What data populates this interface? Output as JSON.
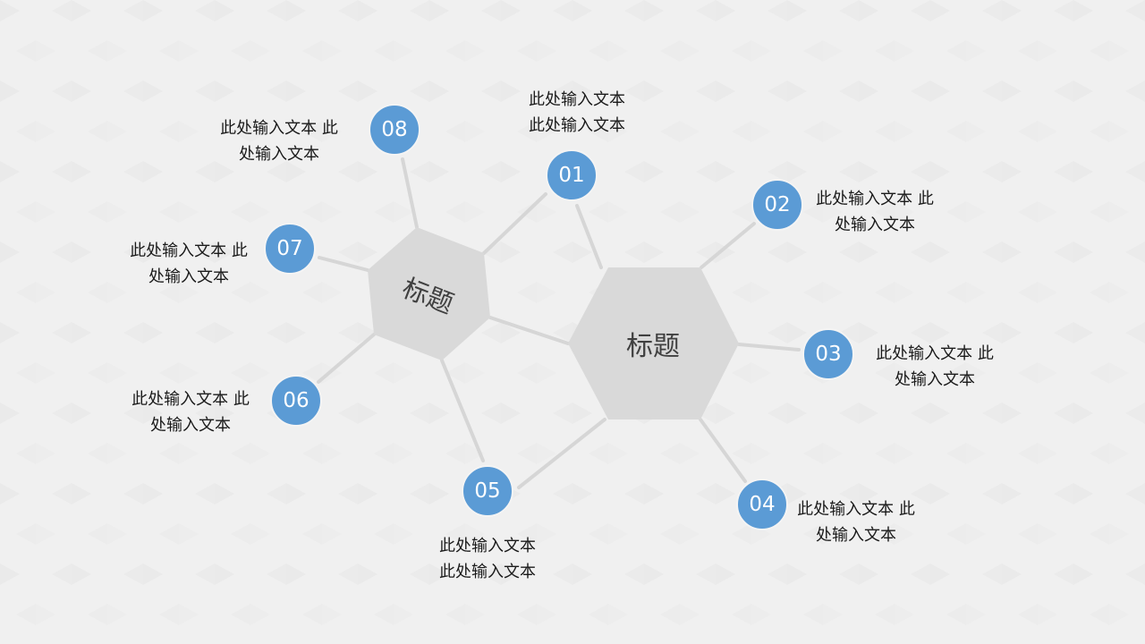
{
  "colors": {
    "background": "#f0f0f0",
    "hexagon_fill": "#d9d9d9",
    "connector": "#d6d6d6",
    "node_fill": "#5b9bd5",
    "node_text": "#ffffff",
    "label_text": "#1a1a1a",
    "title_text": "#404040"
  },
  "center_nodes": [
    {
      "id": "main",
      "title": "标题",
      "shape": "hexagon"
    },
    {
      "id": "secondary",
      "title": "标题",
      "shape": "hexagon",
      "rotated": true
    }
  ],
  "nodes": [
    {
      "number": "01",
      "text_lines": [
        "此处输入文本",
        "此处输入文本"
      ]
    },
    {
      "number": "02",
      "text_lines": [
        "此处输入文本 此",
        "处输入文本"
      ]
    },
    {
      "number": "03",
      "text_lines": [
        "此处输入文本 此",
        "处输入文本"
      ]
    },
    {
      "number": "04",
      "text_lines": [
        "此处输入文本 此",
        "处输入文本"
      ]
    },
    {
      "number": "05",
      "text_lines": [
        "此处输入文本",
        "此处输入文本"
      ]
    },
    {
      "number": "06",
      "text_lines": [
        "此处输入文本 此",
        "处输入文本"
      ]
    },
    {
      "number": "07",
      "text_lines": [
        "此处输入文本 此",
        "处输入文本"
      ]
    },
    {
      "number": "08",
      "text_lines": [
        "此处输入文本 此",
        "处输入文本"
      ]
    }
  ]
}
